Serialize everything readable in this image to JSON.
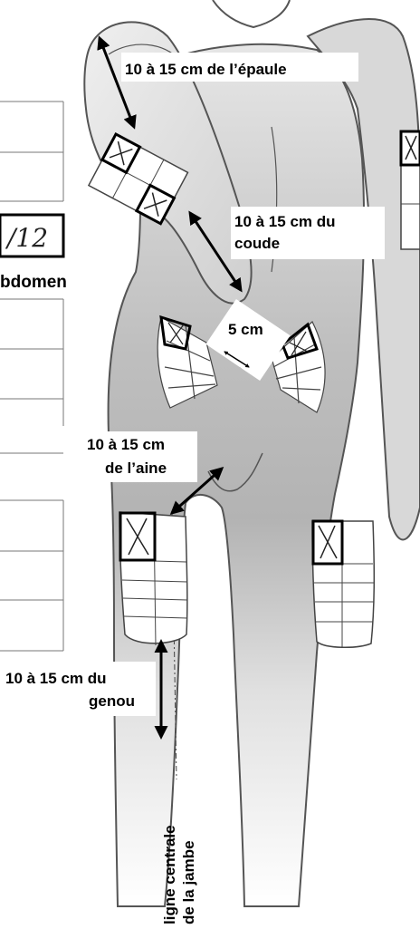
{
  "labels": {
    "shoulder": "10 à 15 cm de l’épaule",
    "elbow_line1": "10 à 15 cm du",
    "elbow_line2": "coude",
    "abdomen_partial": "bdomen",
    "navel": "5 cm",
    "groin_line1": "10 à 15 cm",
    "groin_line2": "de l’aine",
    "knee_line1": "10 à 15 cm du",
    "knee_line2": "genou",
    "leg_line1": "ligne centrale",
    "leg_line2": "de la jambe"
  },
  "form": {
    "handwritten_entry": "/12"
  },
  "colors": {
    "body_fill_top": "#dcdcdc",
    "body_fill_mid": "#bdbdbd",
    "outline": "#555555",
    "ink": "#000000"
  }
}
